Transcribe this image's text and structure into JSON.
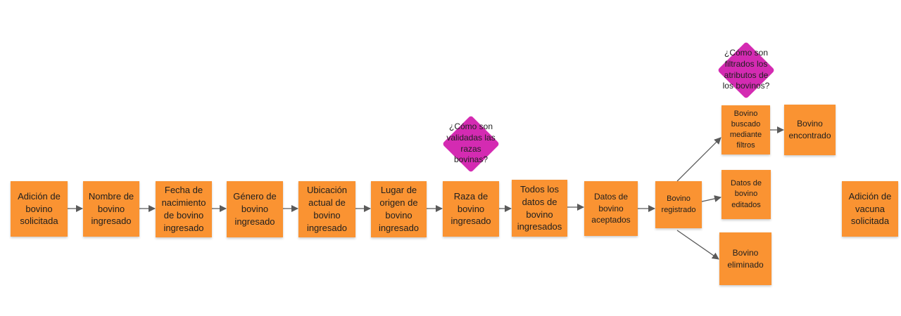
{
  "colors": {
    "event_note": "#fa9332",
    "question_diamond": "#d42bb2",
    "arrow": "#5a5a5a"
  },
  "events": {
    "adicion_bovino": "Adición de bovino solicitada",
    "nombre_bovino": "Nombre de bovino ingresado",
    "fecha_nacimiento": "Fecha de nacimiento de bovino ingresado",
    "genero_bovino": "Género de bovino ingresado",
    "ubicacion_actual": "Ubicación actual de bovino ingresado",
    "lugar_origen": "Lugar de origen de bovino ingresado",
    "raza_bovino": "Raza de bovino ingresado",
    "todos_datos": "Todos los datos de bovino ingresados",
    "datos_aceptados": "Datos de bovino aceptados",
    "bovino_registrado": "Bovino registrado",
    "bovino_buscado": "Bovino buscado mediante filtros",
    "bovino_encontrado": "Bovino encontrado",
    "datos_editados": "Datos de bovino editados",
    "bovino_eliminado": "Bovino eliminado",
    "adicion_vacuna": "Adición de vacuna solicitada"
  },
  "questions": {
    "razas_validadas": "¿Cómo son\nvalidadas las\nrazas\nbovinas?",
    "atributos_filtrados": "¿Cómo son\nfiltrados los\natributos de\nlos bovinos?"
  }
}
